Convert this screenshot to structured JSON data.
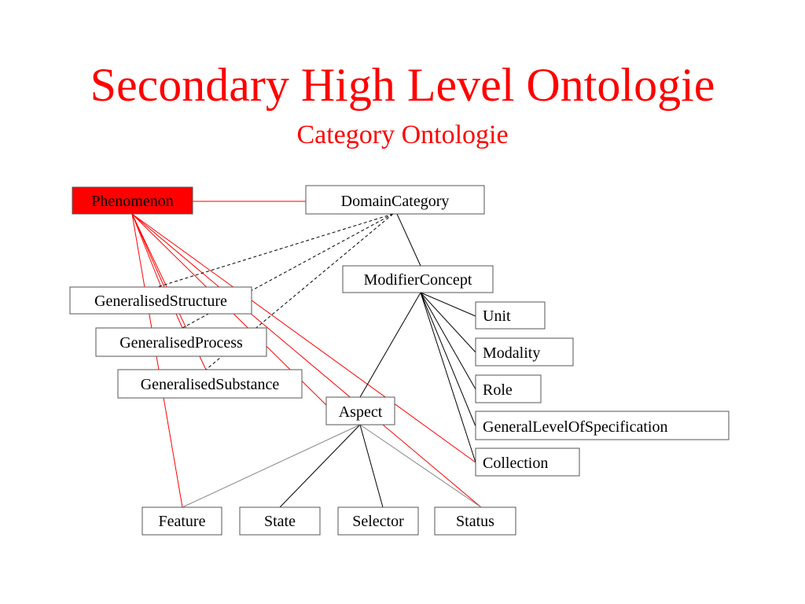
{
  "title": "Secondary High Level Ontologie",
  "subtitle": "Category Ontologie",
  "colors": {
    "accent": "#ff0000",
    "highlight_fill": "#ff0000",
    "box_border": "#555555",
    "solid_edge": "#000000",
    "red_edge": "#ff0000",
    "gray_edge": "#888888"
  },
  "nodes": {
    "phenomenon": "Phenomenon",
    "domain_category": "DomainCategory",
    "modifier_concept": "ModifierConcept",
    "generalised_structure": "GeneralisedStructure",
    "generalised_process": "GeneralisedProcess",
    "generalised_substance": "GeneralisedSubstance",
    "unit": "Unit",
    "modality": "Modality",
    "role": "Role",
    "general_level_of_specification": "GeneralLevelOfSpecification",
    "collection": "Collection",
    "aspect": "Aspect",
    "feature": "Feature",
    "state": "State",
    "selector": "Selector",
    "status": "Status"
  }
}
